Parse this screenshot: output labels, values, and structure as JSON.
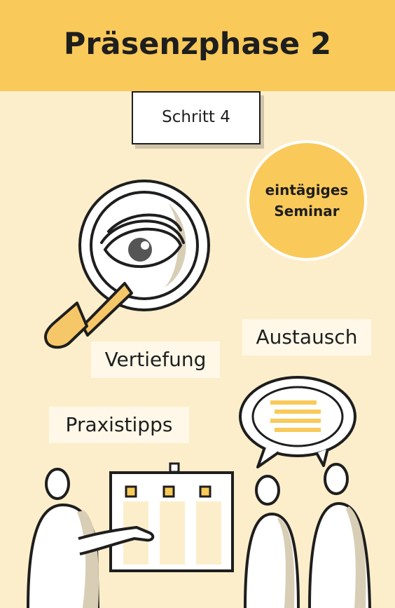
{
  "header": {
    "title": "Präsenzphase 2"
  },
  "step": {
    "label": "Schritt 4"
  },
  "badge": {
    "line1": "eintägiges",
    "line2": "Seminar"
  },
  "tags": {
    "austausch": "Austausch",
    "vertiefung": "Vertiefung",
    "praxistipps": "Praxistipps"
  },
  "colors": {
    "background": "#fdeecb",
    "accent": "#f9ca5a",
    "ink": "#1e1e1e",
    "shadow": "#cfc3a8"
  },
  "icons": [
    "magnifier-eye-icon",
    "speech-bubble-icon",
    "presenter-person-icon",
    "flipchart-icon",
    "audience-person-icon"
  ]
}
